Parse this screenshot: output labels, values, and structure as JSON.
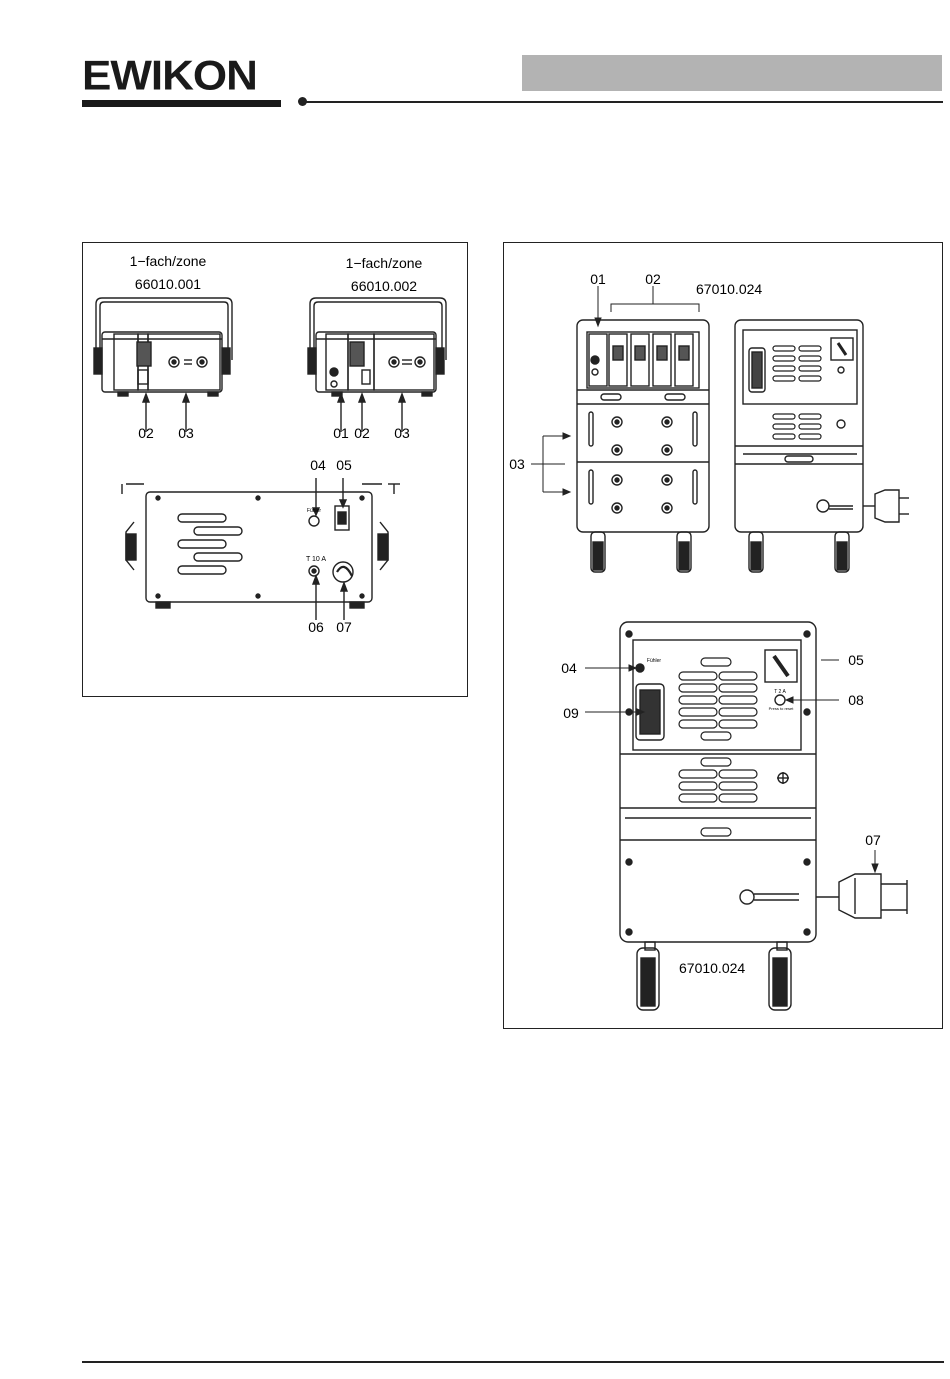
{
  "brand": {
    "logo": "EWIKON"
  },
  "figure_left": {
    "unit_a": {
      "caption_line1": "1−fach/zone",
      "caption_line2": "66010.001"
    },
    "unit_b": {
      "caption_line1": "1−fach/zone",
      "caption_line2": "66010.002"
    },
    "callouts": {
      "a02": "02",
      "a03": "03",
      "b01": "01",
      "b02": "02",
      "b03": "03",
      "c04": "04",
      "c05": "05",
      "c06": "06",
      "c07": "07"
    },
    "panel_labels": {
      "fuse": "T 10 A",
      "fuse_small": "Fühler"
    }
  },
  "figure_right": {
    "model_top": "67010.024",
    "model_bottom": "67010.024",
    "callouts": {
      "t01": "01",
      "t02": "02",
      "t03": "03",
      "b04": "04",
      "b05": "05",
      "b07": "07",
      "b08": "08",
      "b09": "09"
    },
    "panel_labels": {
      "fuse": "T 2 A",
      "reset": "Press to reset",
      "fuse_small": "Fühler"
    }
  }
}
